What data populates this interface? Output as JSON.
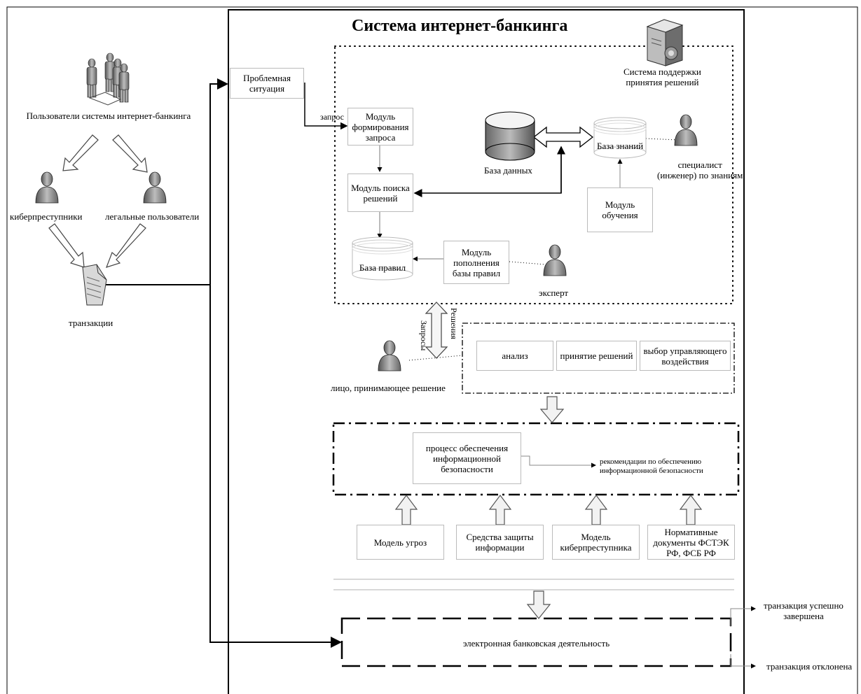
{
  "diagram": {
    "title": "Система интернет-банкинга",
    "users_label": "Пользователи  системы интернет-банкинга",
    "cybercriminals_label": "киберпреступники",
    "legal_users_label": "легальные пользователи",
    "transactions_label": "транзакции",
    "problem_situation": "Проблемная\nситуация",
    "request_label": "запрос",
    "module_request": "Модуль\nформирования\nзапроса",
    "module_search": "Модуль поиска\nрешений",
    "rules_base": "База правил",
    "module_rules_update": "Модуль\nпополнения\nбазы правил",
    "expert_label": "эксперт",
    "database_label": "База данных",
    "knowledge_base": "База знаний",
    "knowledge_specialist": "специалист\n(инженер) по знаниям",
    "learning_module": "Модуль\nобучения",
    "dss_label": "Система поддержки\nпринятия решений",
    "queries_label": "Запросы",
    "decisions_label": "Решения",
    "decision_maker_label": "лицо, принимающее решение",
    "analysis": "анализ",
    "decision_making": "принятие решений",
    "control_choice": "выбор управляющего\nвоздействия",
    "security_process": "процесс обеспечения\nинформационной\nбезопасности",
    "security_recommendations": "рекомендации по обеспечению\nинформационной безопасности",
    "threat_model": "Модель угроз",
    "protection_means": "Средства защиты\nинформации",
    "cybercriminal_model": "Модель\nкиберпреступника",
    "normative_docs": "Нормативные\nдокументы ФСТЭК\nРФ, ФСБ РФ",
    "ebanking_activity": "электронная банковская деятельность",
    "transaction_success": "транзакция успешно\nзавершена",
    "transaction_rejected": "транзакция отклонена"
  },
  "colors": {
    "line": "#000000",
    "box_border": "#bbbbbb",
    "icon_gray": "#8a8a8a",
    "arrow_fill": "#f2f2f2"
  }
}
